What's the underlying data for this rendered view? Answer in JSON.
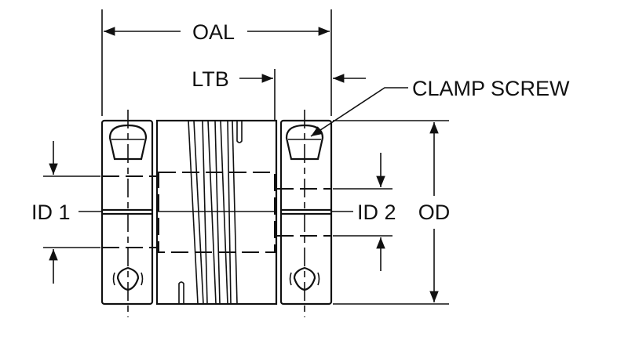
{
  "labels": {
    "oal": "OAL",
    "ltb": "LTB",
    "clamp_screw": "CLAMP SCREW",
    "id1": "ID 1",
    "id2": "ID 2",
    "od": "OD"
  }
}
